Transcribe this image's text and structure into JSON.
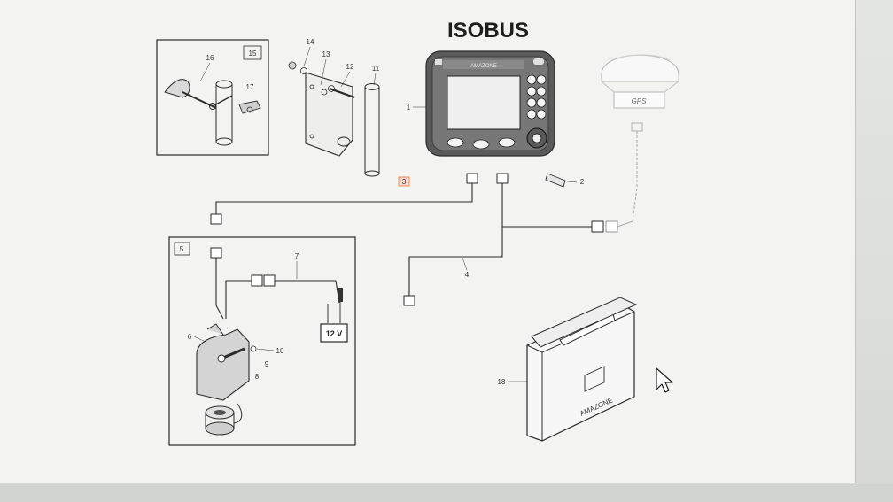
{
  "diagram": {
    "title": "ISOBUS",
    "labels": {
      "terminal": "1",
      "usb_stick": "2",
      "tag3": "3",
      "harness": "4",
      "box5": "5",
      "sensor": "6",
      "cable7": "7",
      "part8": "8",
      "part9": "9",
      "part10": "10",
      "pole": "11",
      "part12": "12",
      "part13": "13",
      "part14": "14",
      "box15": "15",
      "clamp": "16",
      "part17": "17",
      "case": "18"
    },
    "gps_label": "GPS",
    "battery_label": "12 V",
    "case_brand": "AMAZONE",
    "terminal_brand": "AMAZONE"
  },
  "colors": {
    "line": "#2b2b2b",
    "tag3": "#e8733c",
    "sheet": "#f3f3f1"
  }
}
